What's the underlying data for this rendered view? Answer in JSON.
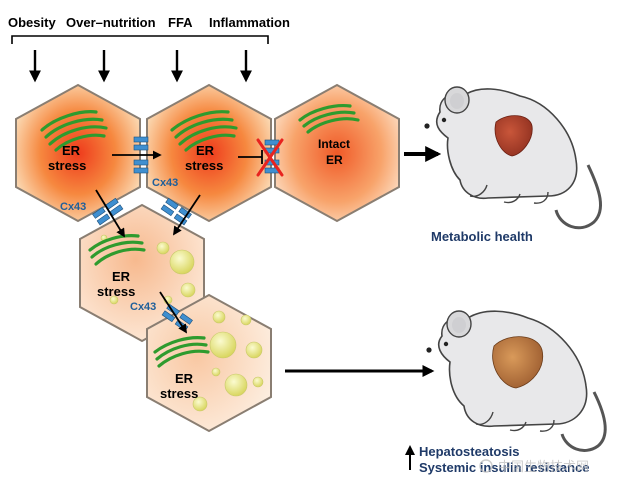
{
  "top_labels": {
    "obesity": "Obesity",
    "over_nutrition": "Over–nutrition",
    "ffa": "FFA",
    "inflammation": "Inflammation"
  },
  "cells": {
    "cell1": {
      "line1": "ER",
      "line2": "stress"
    },
    "cell2": {
      "line1": "ER",
      "line2": "stress"
    },
    "cell3": {
      "line1": "Intact",
      "line2": "ER"
    },
    "cell4": {
      "line1": "ER",
      "line2": "stress"
    },
    "cell5": {
      "line1": "ER",
      "line2": "stress"
    }
  },
  "connexin": {
    "cx_a": "Cx43",
    "cx_b": "Cx43",
    "cx_c": "Cx43"
  },
  "outcomes": {
    "healthy": "Metabolic health",
    "disease_line1": "Hepatosteatosis",
    "disease_line2": "Systemic insulin resistance"
  },
  "watermark": "中国生物技术网",
  "colors": {
    "title_text": "#1f3a68",
    "er_green": "#2e9b2e",
    "stress_center": "#ee3b1c",
    "lipid": "#e6e67a",
    "connexin": "#3f8fd0",
    "block_x": "#e8231f"
  }
}
